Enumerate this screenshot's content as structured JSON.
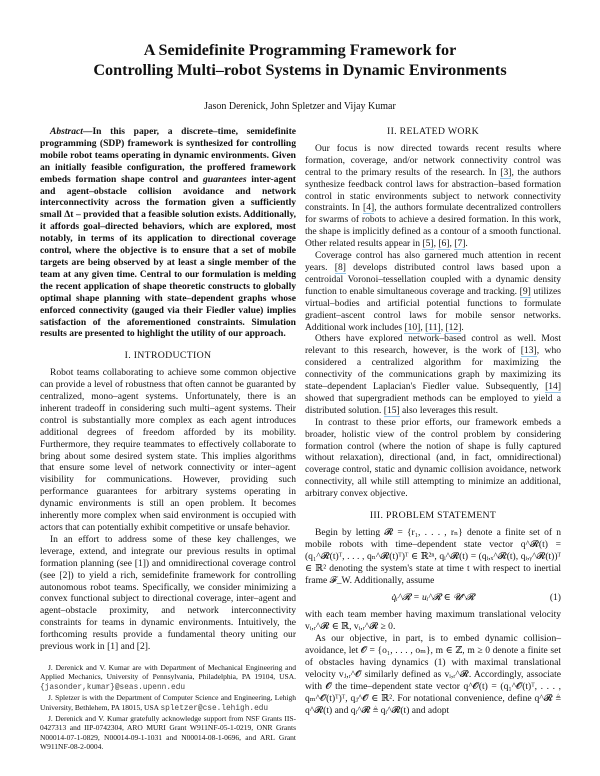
{
  "title_lines": [
    "A Semidefinite Programming Framework for",
    "Controlling Multi–robot Systems in Dynamic Environments"
  ],
  "authors": "Jason Derenick, John Spletzer and Vijay Kumar",
  "abstract": {
    "label": "Abstract",
    "segments": [
      {
        "t": "—In this paper, a discrete–time, semidefinite programming (SDP) framework is synthesized for controlling mobile robot teams operating in dynamic environments. Given an initially feasible configuration, the proffered framework embeds formation shape control and "
      },
      {
        "t": "guarantees",
        "em": true
      },
      {
        "t": " inter-agent and agent–obstacle collision avoidance and network interconnectivity across the formation given a sufficiently small Δt – provided that a feasible solution exists. Additionally, it affords goal–directed behaviors, which are explored, most notably, in terms of its application to directional coverage control, where the objective is to ensure that a set of mobile targets are being observed by at least a single member of the team at any given time. Central to our formulation is melding the recent application of shape theoretic constructs to globally optimal shape planning with state–dependent graphs whose enforced connectivity (gauged via their Fiedler value) implies satisfaction of the aforementioned constraints. Simulation results are presented to highlight the utility of our approach."
      }
    ]
  },
  "sections": {
    "intro": {
      "heading": "I. INTRODUCTION",
      "paragraphs": [
        [
          {
            "t": "Robot teams collaborating to achieve some common objective can provide a level of robustness that often cannot be guaranted by centralized, mono–agent systems. Unfortunately, there is an inherent tradeoff in considering such multi–agent systems. Their control is substantially more complex as each agent introduces additional degrees of freedom afforded by its mobility. Furthermore, they require teammates to effectively collaborate to bring about some desired system state. This implies algorithms that ensure some level of network connectivity or inter–agent visibility for communications. However, providing such performance guarantees for arbitrary systems operating in dynamic environments is still an open problem. It becomes inherently more complex when said environment is occupied with actors that can potentially exhibit competitive or unsafe behavior."
          }
        ],
        [
          {
            "t": "In an effort to address some of these key challenges, we leverage, extend, and integrate our previous results in optimal formation planning (see [1]) and omnidirectional coverage control (see [2]) to yield a rich, semidefinite framework for controlling autonomous robot teams. Specifically, we consider minimizing a convex functional subject to directional coverage, inter–agent and agent–obstacle proximity, and network interconnectivity constraints for teams in dynamic environments. Intuitively, the forthcoming results provide a fundamental theory uniting our previous work in [1] and [2]."
          }
        ]
      ]
    },
    "related": {
      "heading": "II. RELATED WORK",
      "paragraphs": [
        [
          {
            "t": "Our focus is now directed towards recent results where formation, coverage, and/or network connectivity control was central to the primary results of the research. In "
          },
          {
            "c": "[3]"
          },
          {
            "t": ", the authors synthesize feedback control laws for abstraction–based formation control in static environments subject to network connectivity constraints. In "
          },
          {
            "c": "[4]"
          },
          {
            "t": ", the authors formulate decentralized controllers for swarms of robots to achieve a desired formation. In this work, the shape is implicitly defined as a contour of a smooth functional. Other related results appear in "
          },
          {
            "c": "[5]"
          },
          {
            "t": ", "
          },
          {
            "c": "[6]"
          },
          {
            "t": ", "
          },
          {
            "c": "[7]"
          },
          {
            "t": "."
          }
        ],
        [
          {
            "t": "Coverage control has also garnered much attention in recent years. "
          },
          {
            "c": "[8]"
          },
          {
            "t": " develops distributed control laws based upon a centroidal Voronoi–tessellation coupled with a dynamic density function to enable simultaneous coverage and tracking. "
          },
          {
            "c": "[9]"
          },
          {
            "t": " utilizes virtual–bodies and artificial potential functions to formulate gradient–ascent control laws for mobile sensor networks. Additional work includes "
          },
          {
            "c": "[10]"
          },
          {
            "t": ", "
          },
          {
            "c": "[11]"
          },
          {
            "t": ", "
          },
          {
            "c": "[12]"
          },
          {
            "t": "."
          }
        ],
        [
          {
            "t": "Others have explored network–based control as well. Most relevant to this research, however, is the work of "
          },
          {
            "c": "[13]"
          },
          {
            "t": ", who considered a centralized algorithm for maximizing the connectivity of the communications graph by maximizing its state–dependent Laplacian's Fiedler value. Subsequently, "
          },
          {
            "c": "[14]"
          },
          {
            "t": " showed that supergradient methods can be employed to yield a distributed solution. "
          },
          {
            "c": "[15]"
          },
          {
            "t": " also leverages this result."
          }
        ],
        [
          {
            "t": "In contrast to these prior efforts, our framework embeds a broader, holistic view of the control problem by considering formation control (where the notion of shape is fully captured without relaxation), directional (and, in fact, omnidirectional) coverage control, static and dynamic collision avoidance, network connectivity, all while still attempting to minimize an additional, arbitrary convex objective."
          }
        ]
      ]
    },
    "problem": {
      "heading": "III. PROBLEM STATEMENT",
      "paragraphs": [
        [
          {
            "t": "Begin by letting 𝓡 = {r₁, . . . , rₙ} denote a finite set of n mobile robots with time–dependent state vector q^𝓡(t) = (q₁^𝓡(t)ᵀ, . . . , qₙ^𝓡(t)ᵀ)ᵀ ∈ ℝ²ⁿ, qᵢ^𝓡(t) = (qᵢ,ₓ^𝓡(t), qᵢ,ᵧ^𝓡(t))ᵀ ∈ ℝ² denoting the system's state at time t with respect to inertial frame 𝓕_W. Additionally, assume"
          }
        ]
      ],
      "equation": "q̇ᵢ^𝓡 = uᵢ^𝓡 ∈ 𝓤^𝓡",
      "equation_number": "(1)",
      "paragraphs_after": [
        [
          {
            "t": "with each team member having maximum translational velocity vᵢ,ᵣ^𝓡 ∈ ℝ, vᵢ,ᵣ^𝓡 ≥ 0."
          }
        ],
        [
          {
            "t": "As our objective, in part, is to embed dynamic collision–avoidance, let 𝓞 = {o₁, . . . , oₘ}, m ∈ ℤ, m ≥ 0 denote a finite set of obstacles having dynamics (1) with maximal translational velocity vⱼ,ᵣ^𝓞 similarly defined as vᵢ,ᵣ^𝓡. Accordingly, associate with 𝓞 the time–dependent state vector q^𝓞(t) = (q₁^𝓞(t)ᵀ, . . . , qₘ^𝓞(t)ᵀ)ᵀ, qⱼ^𝓞 ∈ ℝ². For notational convenience, define q^𝓡 ≜ q^𝓡(t) and qᵢ^𝓡 ≜ qᵢ^𝓡(t) and adopt"
          }
        ]
      ]
    }
  },
  "footnotes": {
    "f1_text": "J. Derenick and V. Kumar are with Department of Mechanical Engineering and Applied Mechanics, University of Pennsylvania, Philadelphia, PA 19104, USA. ",
    "f1_email": "{jasonder,kumar}@seas.upenn.edu",
    "f2_text": "J. Spletzer is with the Department of Computer Science and Engineering, Lehigh University, Bethlehem, PA 18015, USA ",
    "f2_email": "spletzer@cse.lehigh.edu",
    "f3_text": "J. Derenick and V. Kumar gratefully acknowledge support from NSF Grants IIS-0427313 and IIP-0742304, ARO MURI Grant W911NF-05-1-0219, ONR Grants N00014-07-1-0829, N00014-09-1-1031 and N00014-08-1-0696, and ARL Grant W911NF-08-2-0004."
  },
  "colors": {
    "link_underline": "#8fc3ea"
  }
}
